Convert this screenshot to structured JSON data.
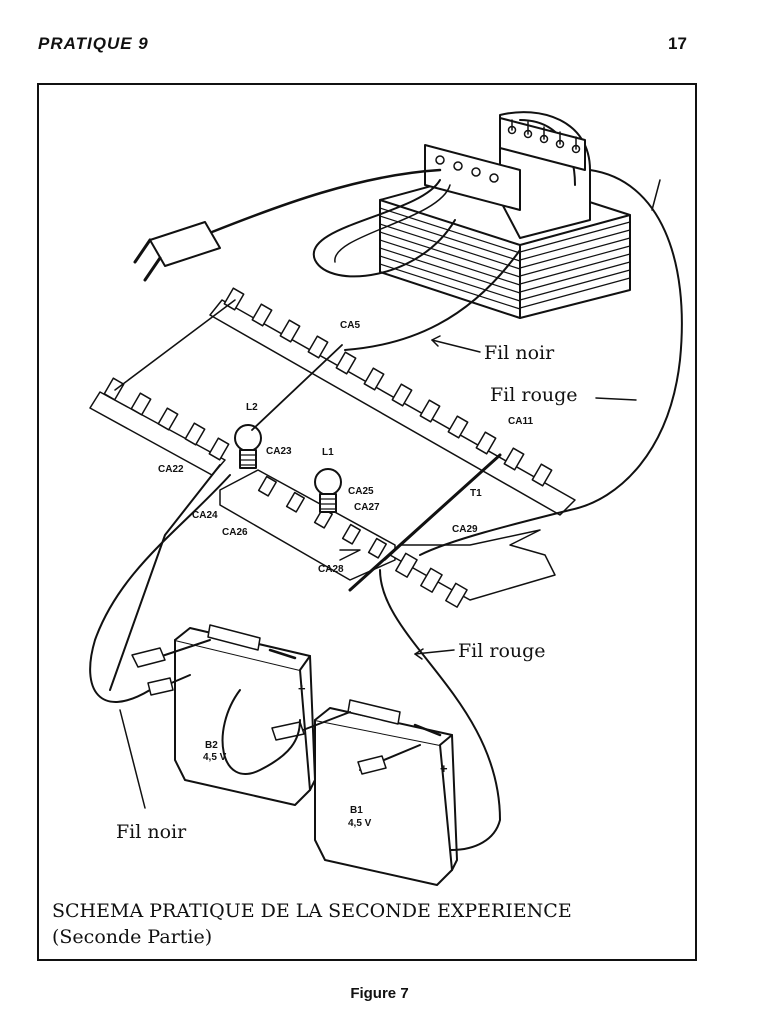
{
  "header": {
    "section": "PRATIQUE 9",
    "page_number": "17"
  },
  "diagram": {
    "labels": {
      "ca5": "CA5",
      "ca11": "CA11",
      "ca22": "CA22",
      "ca23": "CA23",
      "ca24": "CA24",
      "ca25": "CA25",
      "ca26": "CA26",
      "ca27": "CA27",
      "ca28": "CA28",
      "ca29": "CA29",
      "l1": "L1",
      "l2": "L2",
      "t1": "T1",
      "b1": "B1",
      "b1_voltage": "4,5 V",
      "b2": "B2",
      "b2_voltage": "4,5 V",
      "plus": "+"
    },
    "wires": {
      "fil_noir_top": "Fil noir",
      "fil_rouge_top": "Fil rouge",
      "fil_rouge_bottom": "Fil rouge",
      "fil_noir_bottom": "Fil noir"
    }
  },
  "caption": {
    "line1": "SCHEMA PRATIQUE DE LA SECONDE EXPERIENCE",
    "line2": "(Seconde Partie)"
  },
  "figure_label": "Figure 7"
}
